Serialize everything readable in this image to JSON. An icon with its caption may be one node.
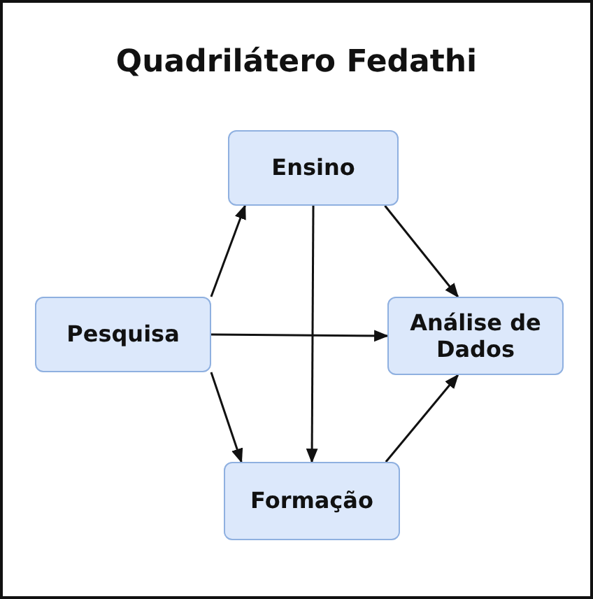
{
  "diagram": {
    "title": "Quadrilátero Fedathi",
    "nodes": [
      {
        "text": [
          "Ensino"
        ]
      },
      {
        "text": [
          "Pesquisa"
        ]
      },
      {
        "text": [
          "Análise de Dados"
        ]
      },
      {
        "text": [
          "Formação"
        ]
      }
    ],
    "edges": [
      {
        "from": 1,
        "to": 0,
        "arrow": "to"
      },
      {
        "from": 1,
        "to": 2,
        "arrow": "to"
      },
      {
        "from": 1,
        "to": 3,
        "arrow": "to"
      },
      {
        "from": 0,
        "to": 2,
        "arrow": "to"
      },
      {
        "from": 0,
        "to": 3,
        "arrow": "to"
      },
      {
        "from": 3,
        "to": 2,
        "arrow": "to"
      }
    ]
  }
}
